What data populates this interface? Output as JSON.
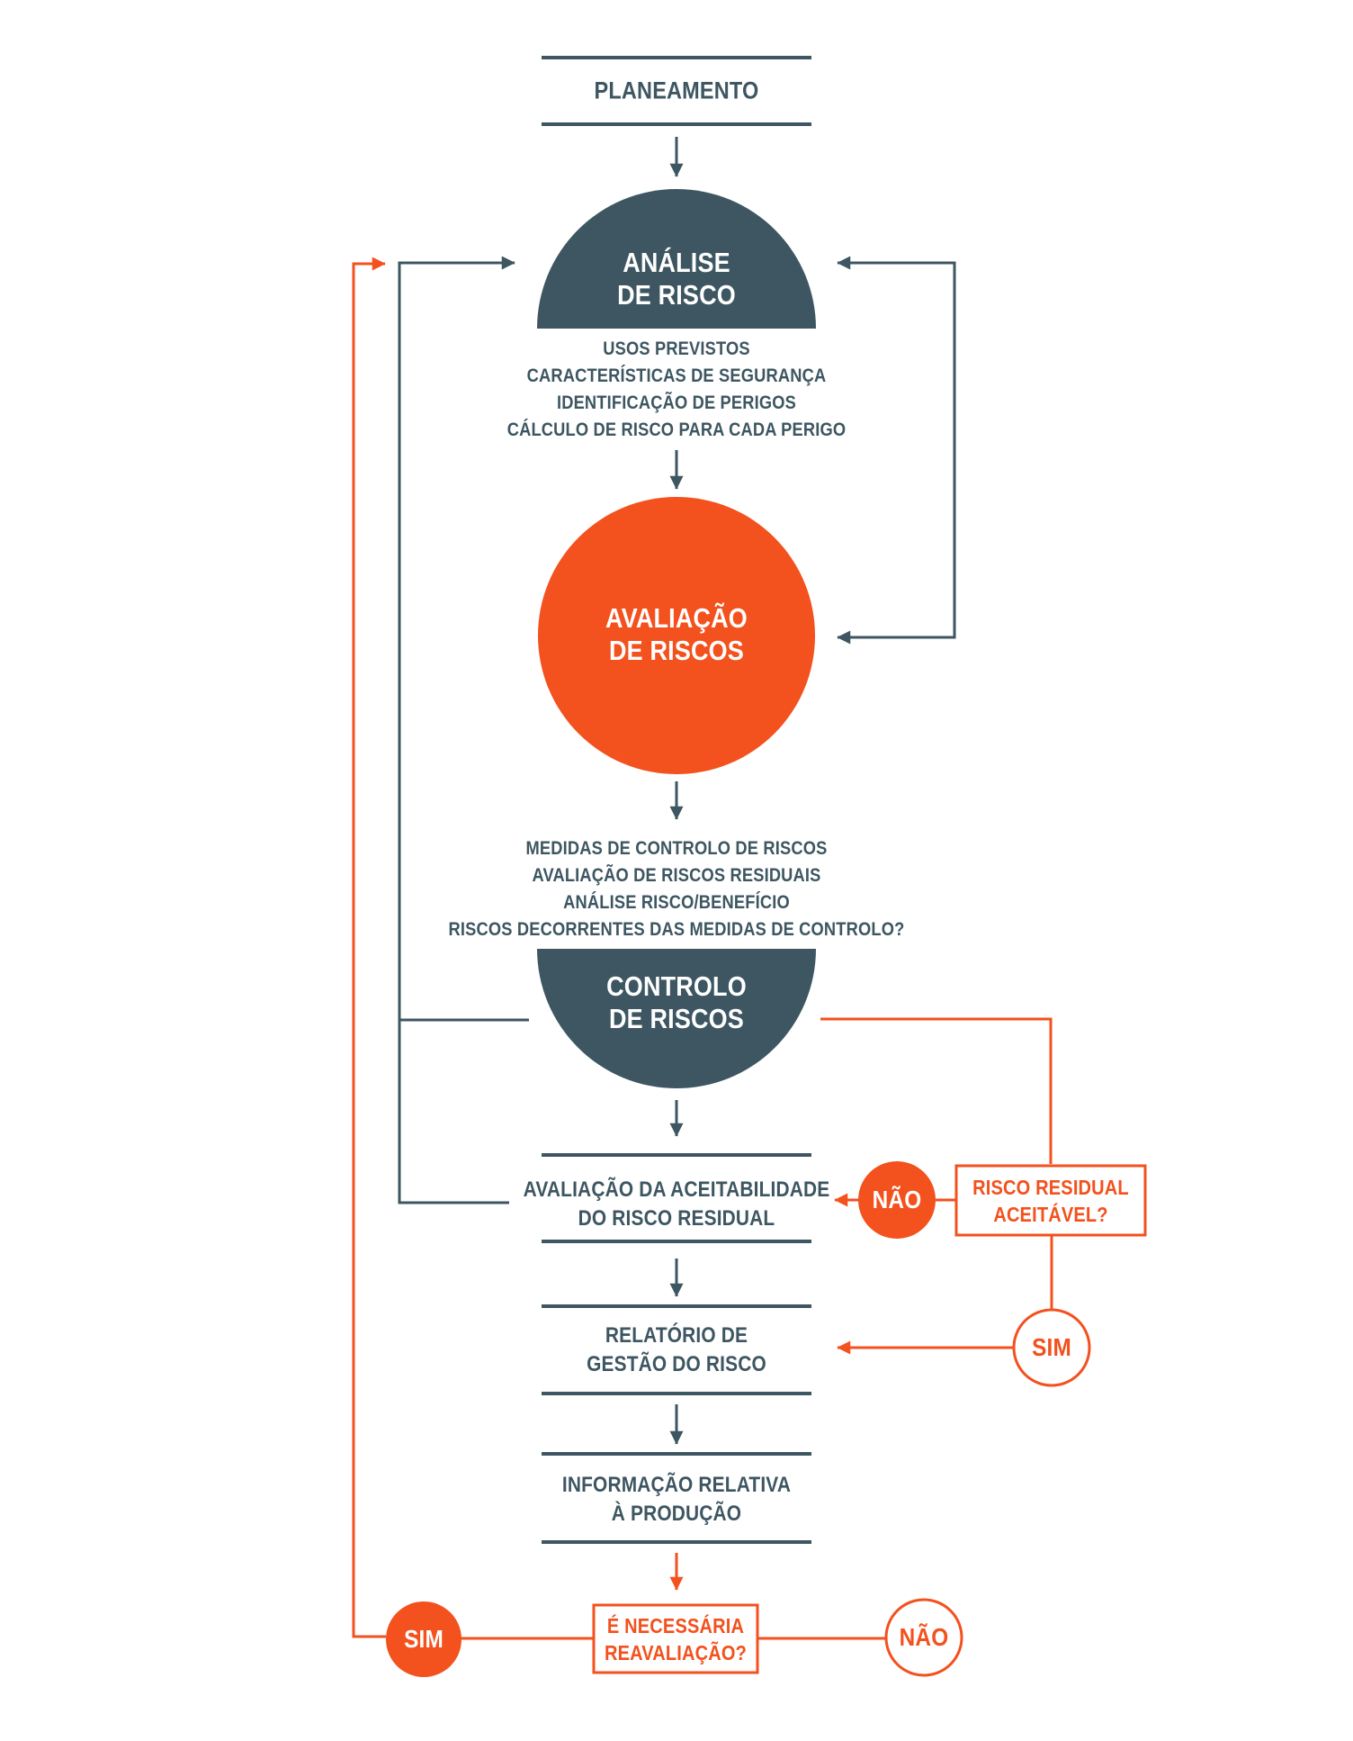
{
  "diagram": {
    "title_node": "PLANEAMENTO",
    "analise": {
      "line1": "ANÁLISE",
      "line2": "DE RISCO"
    },
    "analise_items": [
      "USOS PREVISTOS",
      "CARACTERÍSTICAS DE SEGURANÇA",
      "IDENTIFICAÇÃO DE PERIGOS",
      "CÁLCULO DE RISCO PARA CADA PERIGO"
    ],
    "avaliacao": {
      "line1": "AVALIAÇÃO",
      "line2": "DE RISCOS"
    },
    "controlo_items": [
      "MEDIDAS DE CONTROLO DE RISCOS",
      "AVALIAÇÃO DE RISCOS RESIDUAIS",
      "ANÁLISE RISCO/BENEFÍCIO",
      "RISCOS DECORRENTES DAS MEDIDAS DE CONTROLO?"
    ],
    "controlo": {
      "line1": "CONTROLO",
      "line2": "DE RISCOS"
    },
    "aceitabilidade": {
      "line1": "AVALIAÇÃO DA ACEITABILIDADE",
      "line2": "DO RISCO RESIDUAL"
    },
    "risco_residual": {
      "line1": "RISCO RESIDUAL",
      "line2": "ACEITÁVEL?"
    },
    "relatorio": {
      "line1": "RELATÓRIO DE",
      "line2": "GESTÃO DO RISCO"
    },
    "informacao": {
      "line1": "INFORMAÇÃO RELATIVA",
      "line2": "À PRODUÇÃO"
    },
    "reavaliacao": {
      "line1": "É NECESSÁRIA",
      "line2": "REAVALIAÇÃO?"
    },
    "badges": {
      "nao_decision": "NÃO",
      "sim_decision": "SIM",
      "sim_reavaliacao": "SIM",
      "nao_reavaliacao": "NÃO"
    },
    "colors": {
      "dark_slate": "#3d5661",
      "orange": "#f3511d",
      "background": "#ffffff",
      "text_on_shapes": "#ffffff"
    }
  }
}
